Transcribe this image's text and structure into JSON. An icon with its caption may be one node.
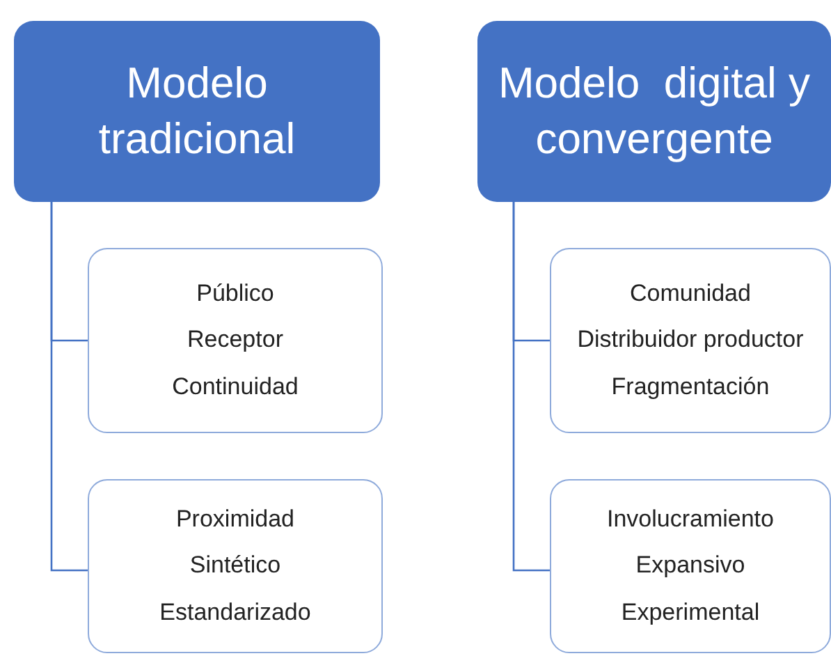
{
  "diagram": {
    "nodes": [
      {
        "text": [
          "Modelo tradicional"
        ]
      },
      {
        "text": [
          "Público",
          "Receptor",
          "Continuidad"
        ]
      },
      {
        "text": [
          "Proximidad",
          "Sintético",
          "Estandarizado"
        ]
      },
      {
        "text": [
          "Modelo  digital y convergente"
        ]
      },
      {
        "text": [
          "Comunidad",
          "Distribuidor productor",
          "Fragmentación"
        ]
      },
      {
        "text": [
          "Involucramiento",
          "Expansivo",
          "Experimental"
        ]
      }
    ],
    "edges": [
      {
        "from": 0,
        "to": 1,
        "arrow": "none"
      },
      {
        "from": 0,
        "to": 2,
        "arrow": "none"
      },
      {
        "from": 3,
        "to": 4,
        "arrow": "none"
      },
      {
        "from": 3,
        "to": 5,
        "arrow": "none"
      }
    ]
  }
}
